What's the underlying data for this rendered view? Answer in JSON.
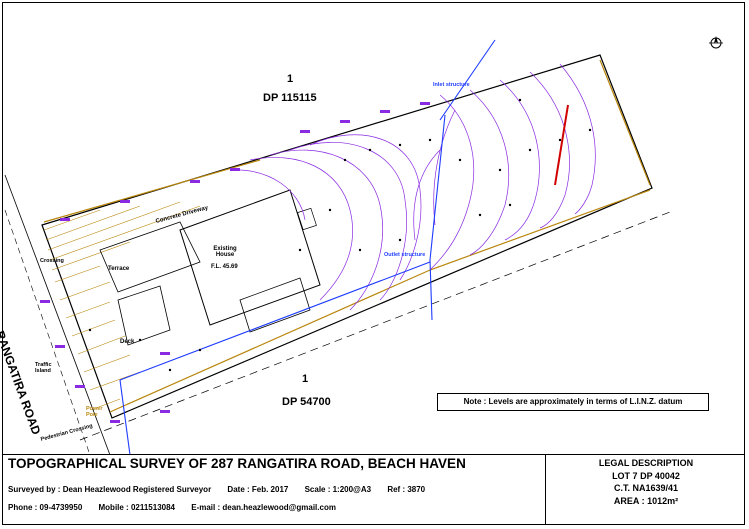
{
  "parcels": {
    "north_number": "1",
    "north_dp": "DP 115115",
    "south_number": "1",
    "south_dp": "DP 54700"
  },
  "road_name": "RANGATIRA ROAD",
  "note": "Note : Levels are approximately in terms of L.I.N.Z. datum",
  "title_block": {
    "title": "TOPOGRAPHICAL SURVEY OF 287 RANGATIRA ROAD, BEACH HAVEN",
    "surveyed_by": "Surveyed by : Dean Heazlewood Registered Surveyor",
    "date": "Date : Feb. 2017",
    "scale": "Scale : 1:200@A3",
    "ref": "Ref : 3870",
    "phone": "Phone : 09-4739950",
    "mobile": "Mobile : 0211513084",
    "email": "E-mail : dean.heazlewood@gmail.com"
  },
  "legal": {
    "heading": "LEGAL DESCRIPTION",
    "lot": "LOT 7 DP 40042",
    "ct": "C.T. NA1639/41",
    "area": "AREA : 1012m²"
  },
  "plan_labels": {
    "existing_house": "Existing House",
    "house_fl": "F.L. 45.69",
    "concrete_driveway": "Concrete Driveway",
    "terrace": "Terrace",
    "deck": "Deck",
    "outlet_structure": "Outlet structure",
    "inlet_structure": "Inlet structure",
    "traffic_island": "Traffic Island",
    "pedestrian_crossing": "Pedestrian Crossing",
    "crossing": "Crossing",
    "power_pole": "Power Pole"
  },
  "colors": {
    "contour": "#8a2be2",
    "stormwater": "#1e3cff",
    "fence": "#b8860b",
    "boundary": "#000000",
    "tree": "#d00000"
  }
}
